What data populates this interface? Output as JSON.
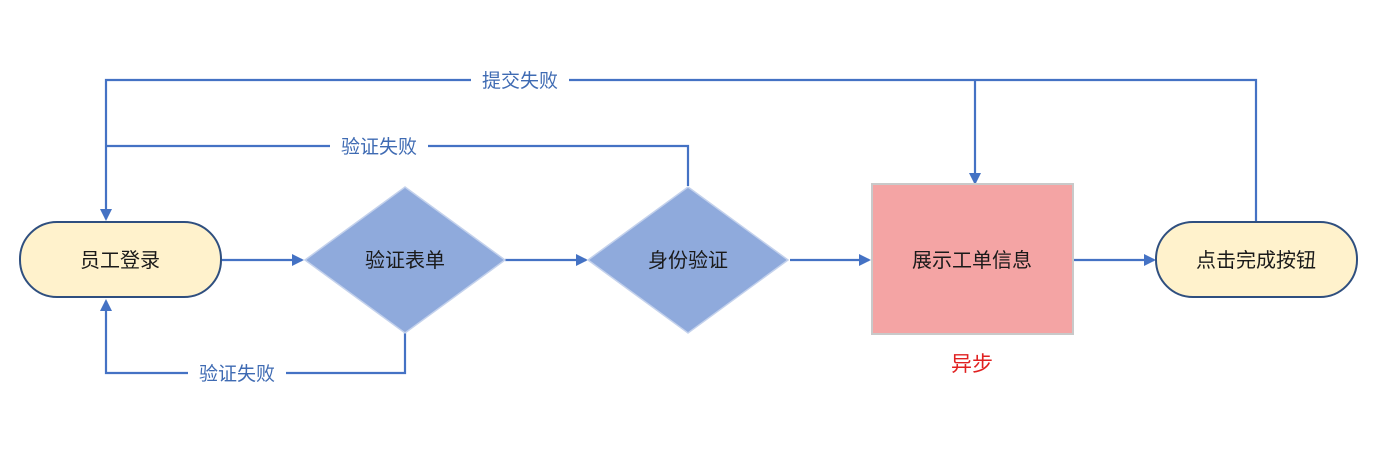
{
  "nodes": {
    "employee_login": "员工登录",
    "validate_form": "验证表单",
    "identity_verify": "身份验证",
    "show_ticket_info": "展示工单信息",
    "click_complete": "点击完成按钮"
  },
  "edge_labels": {
    "submit_failed": "提交失败",
    "verify_failed_top": "验证失败",
    "verify_failed_bottom": "验证失败"
  },
  "annotations": {
    "async": "异步"
  },
  "colors": {
    "arrow": "#4472c4",
    "label_text": "#3f6bb3",
    "terminal_fill": "#fff2cc",
    "terminal_stroke": "#2f4f7f",
    "diamond_fill": "#8faadc",
    "process_fill": "#f4a4a4",
    "process_stroke": "#c9c9c9",
    "async_text": "#e02020"
  }
}
